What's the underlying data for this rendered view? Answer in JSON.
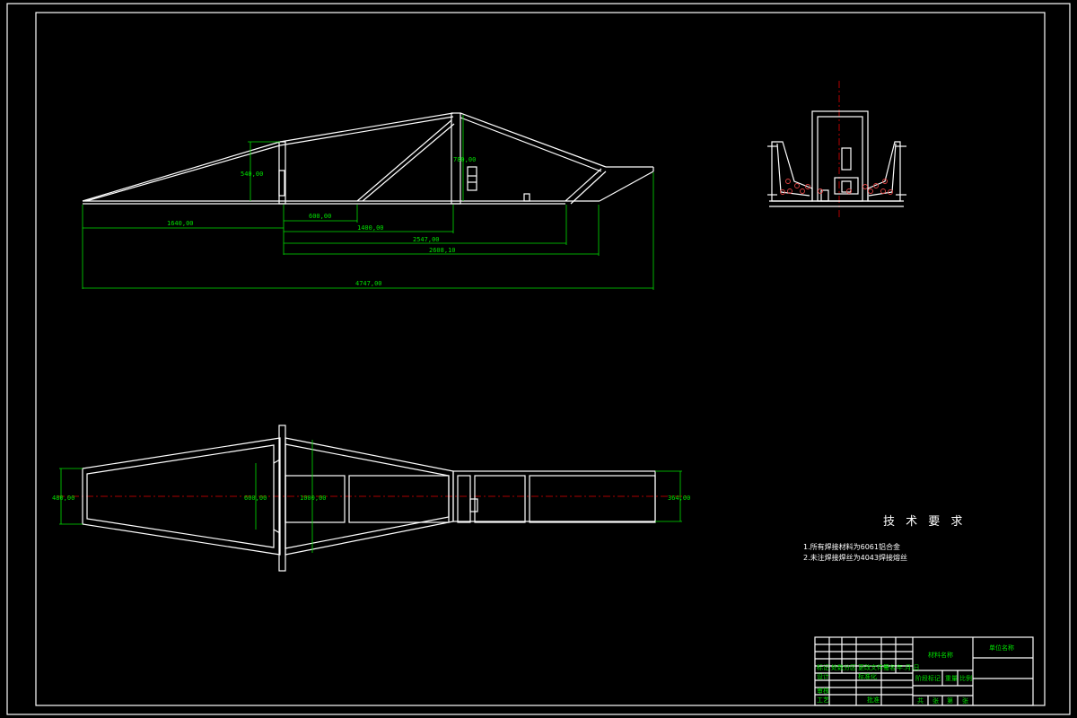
{
  "drawing": {
    "side_view_dims": {
      "d1640": "1640,00",
      "d600": "600,00",
      "d1400": "1400,00",
      "d2547": "2547,00",
      "d2608": "2608,10",
      "d4747": "4747,00",
      "d540": "540,00",
      "d780": "780,00"
    },
    "top_view_dims": {
      "d480": "480,00",
      "d600": "600,00",
      "d1000": "1000,00",
      "d364": "364,00"
    },
    "technical_requirements": {
      "title": "技 术 要 求",
      "line1": "1.所有焊接材料为6061铝合金",
      "line2": "2.未注焊接焊丝为4043焊接熔丝"
    },
    "title_block": {
      "material_label": "材料名称",
      "unit_label": "单位名称",
      "cells": [
        "标记",
        "处数",
        "分区",
        "更改文件号",
        "签名",
        "年.月.日",
        "设计",
        "标准化",
        "阶段标记",
        "重量",
        "比例",
        "审核",
        "工艺",
        "批准",
        "共",
        "张",
        "第",
        "张"
      ]
    },
    "colors": {
      "line": "#ffffff",
      "dimension": "#00e000",
      "centerline": "#e00000",
      "background": "#000000"
    }
  }
}
